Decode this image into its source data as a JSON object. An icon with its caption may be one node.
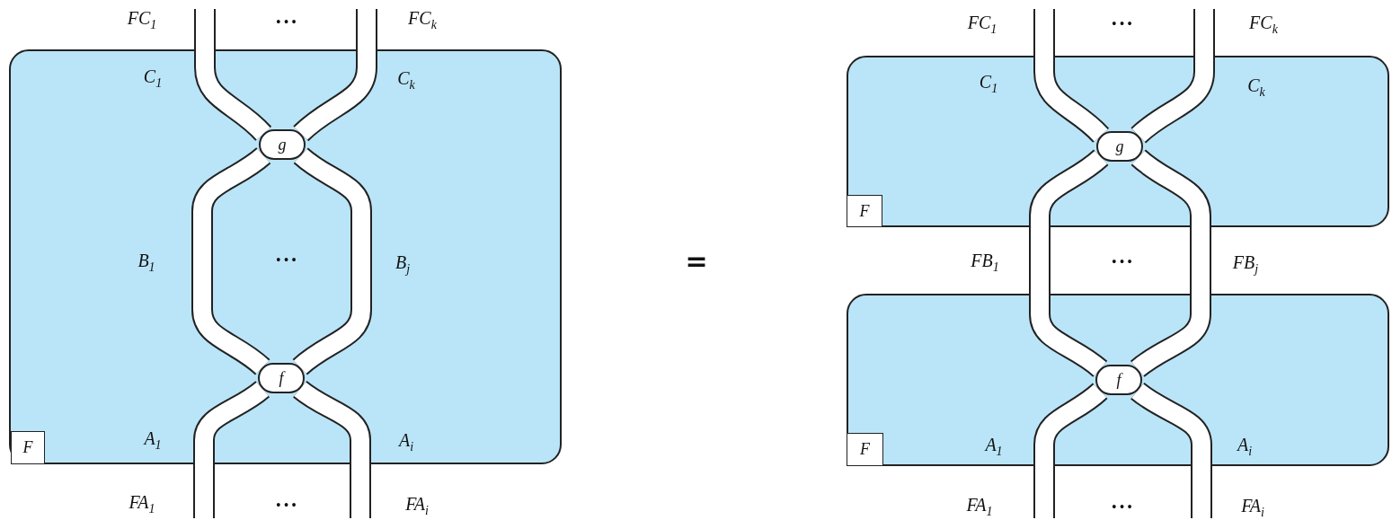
{
  "diagram": {
    "nodes": [
      {
        "text": [],
        "shape": "box"
      },
      {
        "text": [
          "F"
        ],
        "in": 0
      },
      {
        "text": [
          "g"
        ],
        "in": 0
      },
      {
        "text": [
          "f"
        ],
        "in": 0
      },
      {
        "text": [],
        "shape": "box"
      },
      {
        "text": [
          "F"
        ],
        "in": 4
      },
      {
        "text": [
          "g"
        ],
        "in": 4
      },
      {
        "text": [],
        "shape": "box"
      },
      {
        "text": [
          "F"
        ],
        "in": 7
      },
      {
        "text": [
          "f"
        ],
        "in": 7
      }
    ],
    "edges": [
      {
        "from": null,
        "to": 2,
        "arrow": "none"
      },
      {
        "from": null,
        "to": 2,
        "arrow": "none"
      },
      {
        "from": 2,
        "to": 3,
        "arrow": "none"
      },
      {
        "from": 2,
        "to": 3,
        "arrow": "none"
      },
      {
        "from": 3,
        "to": null,
        "arrow": "none"
      },
      {
        "from": 3,
        "to": null,
        "arrow": "none"
      },
      {
        "from": null,
        "to": 6,
        "arrow": "none"
      },
      {
        "from": null,
        "to": 6,
        "arrow": "none"
      },
      {
        "from": 6,
        "to": 9,
        "arrow": "none"
      },
      {
        "from": 6,
        "to": 9,
        "arrow": "none"
      },
      {
        "from": 9,
        "to": null,
        "arrow": "none"
      },
      {
        "from": 9,
        "to": null,
        "arrow": "none"
      }
    ],
    "labels": [
      "FC$_{1}$",
      "•••",
      "FC$_{k}$",
      "C$_{1}$",
      "C$_{k}$",
      "B$_{1}$",
      "•••",
      "B$_{j}$",
      "A$_{1}$",
      "A$_{i}$",
      "FA$_{1}$",
      "•••",
      "FA$_{i}$",
      "=",
      "FC$_{1}$",
      "•••",
      "FC$_{k}$",
      "C$_{1}$",
      "C$_{k}$",
      "FB$_{1}$",
      "•••",
      "FB$_{j}$",
      "A$_{1}$",
      "A$_{i}$",
      "FA$_{1}$",
      "•••",
      "FA$_{i}$"
    ]
  }
}
